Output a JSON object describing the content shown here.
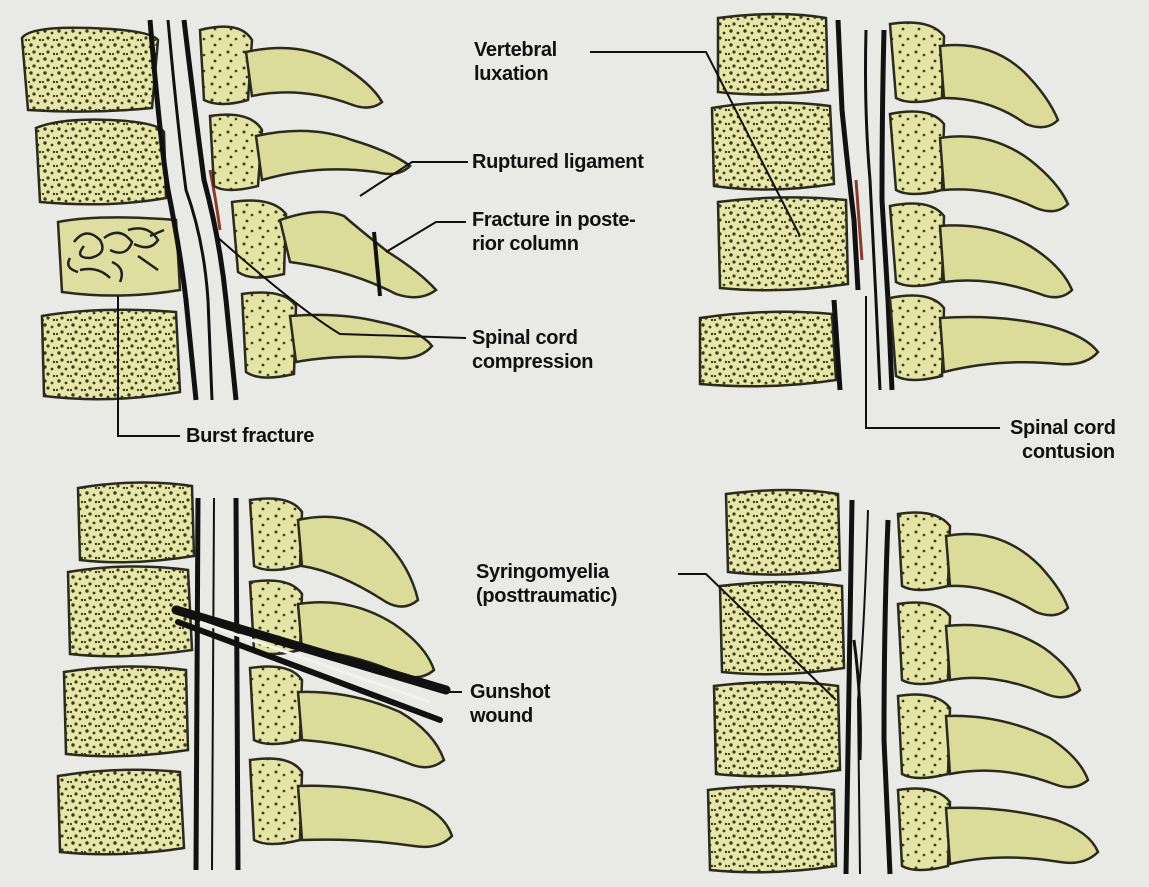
{
  "labels": {
    "vertebral_luxation": [
      "Vertebral",
      "luxation"
    ],
    "ruptured_ligament": "Ruptured ligament",
    "fracture_posterior_column": [
      "Fracture in poste-",
      "rior column"
    ],
    "spinal_cord_compression": [
      "Spinal cord",
      "compression"
    ],
    "burst_fracture": "Burst fracture",
    "spinal_cord_contusion": [
      "Spinal cord",
      "contusion"
    ],
    "syringomyelia": [
      "Syringomyelia",
      "(posttraumatic)"
    ],
    "gunshot_wound": [
      "Gunshot",
      "wound"
    ]
  },
  "colors": {
    "background": "#e9e9e6",
    "bone_fill": "#e6e6a8",
    "bone_stipple": "#3a3a1c",
    "process_fill": "#dcdc9a",
    "outline": "#2a2a1e",
    "cord_line": "#111111",
    "cord_lesion": "#8a3a2a"
  }
}
